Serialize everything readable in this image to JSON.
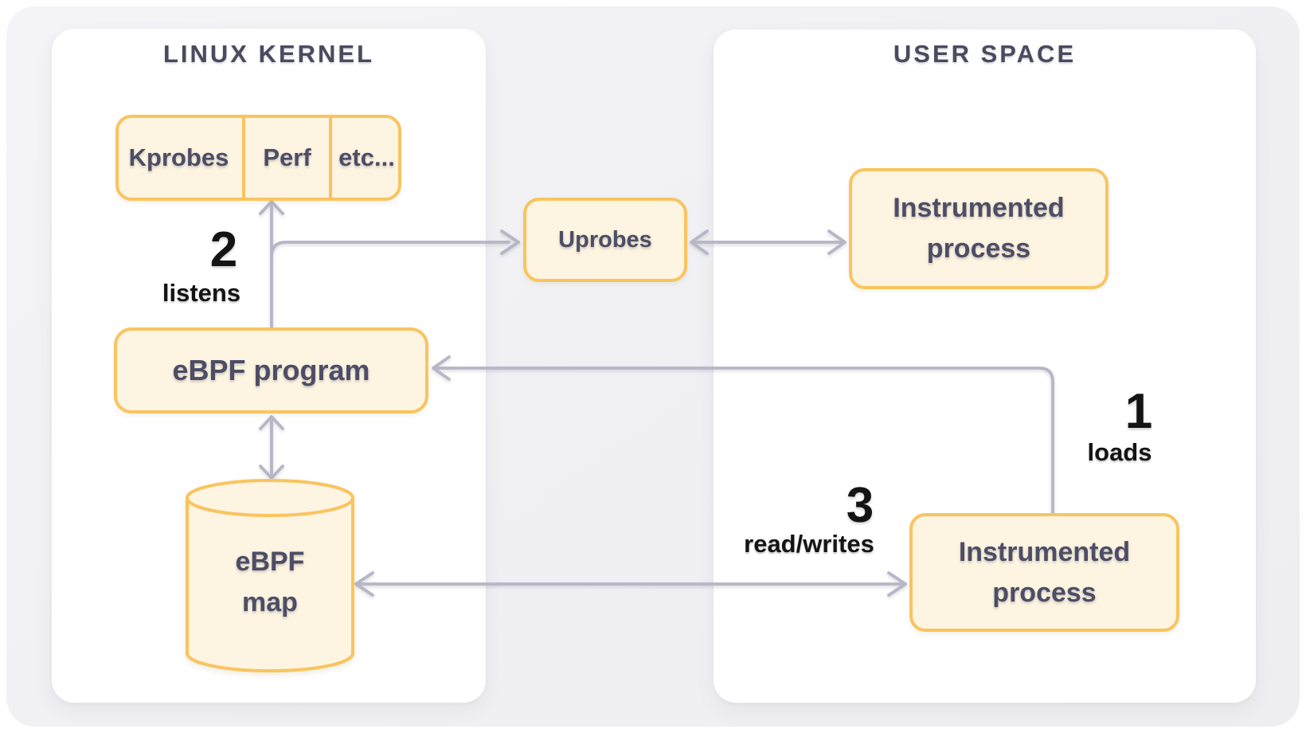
{
  "panels": {
    "kernel": {
      "title": "LINUX KERNEL"
    },
    "user": {
      "title": "USER SPACE"
    }
  },
  "nodes": {
    "probe_sources": {
      "cells": [
        "Kprobes",
        "Perf",
        "etc..."
      ]
    },
    "uprobes": {
      "label": "Uprobes"
    },
    "instrumented_process_top": {
      "label": "Instrumented process"
    },
    "ebpf_program": {
      "label": "eBPF program"
    },
    "ebpf_map": {
      "lines": [
        "eBPF",
        "map"
      ]
    },
    "instrumented_process_bottom": {
      "label": "Instrumented process"
    }
  },
  "steps": {
    "loads": {
      "number": "1",
      "label": "loads"
    },
    "listens": {
      "number": "2",
      "label": "listens"
    },
    "read_writes": {
      "number": "3",
      "label": "read/writes"
    }
  },
  "edges": [
    {
      "from": "ebpf_program",
      "to": "probe_sources",
      "arrow": "single",
      "step": "2 listens"
    },
    {
      "from": "ebpf_program",
      "to": "uprobes",
      "arrow": "single",
      "step": "2 listens"
    },
    {
      "from": "uprobes",
      "to": "instrumented_process_top",
      "arrow": "double"
    },
    {
      "from": "instrumented_process_bottom",
      "to": "ebpf_program",
      "arrow": "single",
      "step": "1 loads"
    },
    {
      "from": "ebpf_program",
      "to": "ebpf_map",
      "arrow": "double"
    },
    {
      "from": "instrumented_process_bottom",
      "to": "ebpf_map",
      "arrow": "double",
      "step": "3 read/writes"
    }
  ],
  "colors": {
    "background": "#f1f1f4",
    "panel": "#ffffff",
    "node_fill": "#fdf4e1",
    "node_border": "#f9c45f",
    "arrow": "#b6b6c6",
    "heading_text": "#4a4a5f",
    "node_text": "#4d4d66",
    "step_text": "#141414"
  }
}
